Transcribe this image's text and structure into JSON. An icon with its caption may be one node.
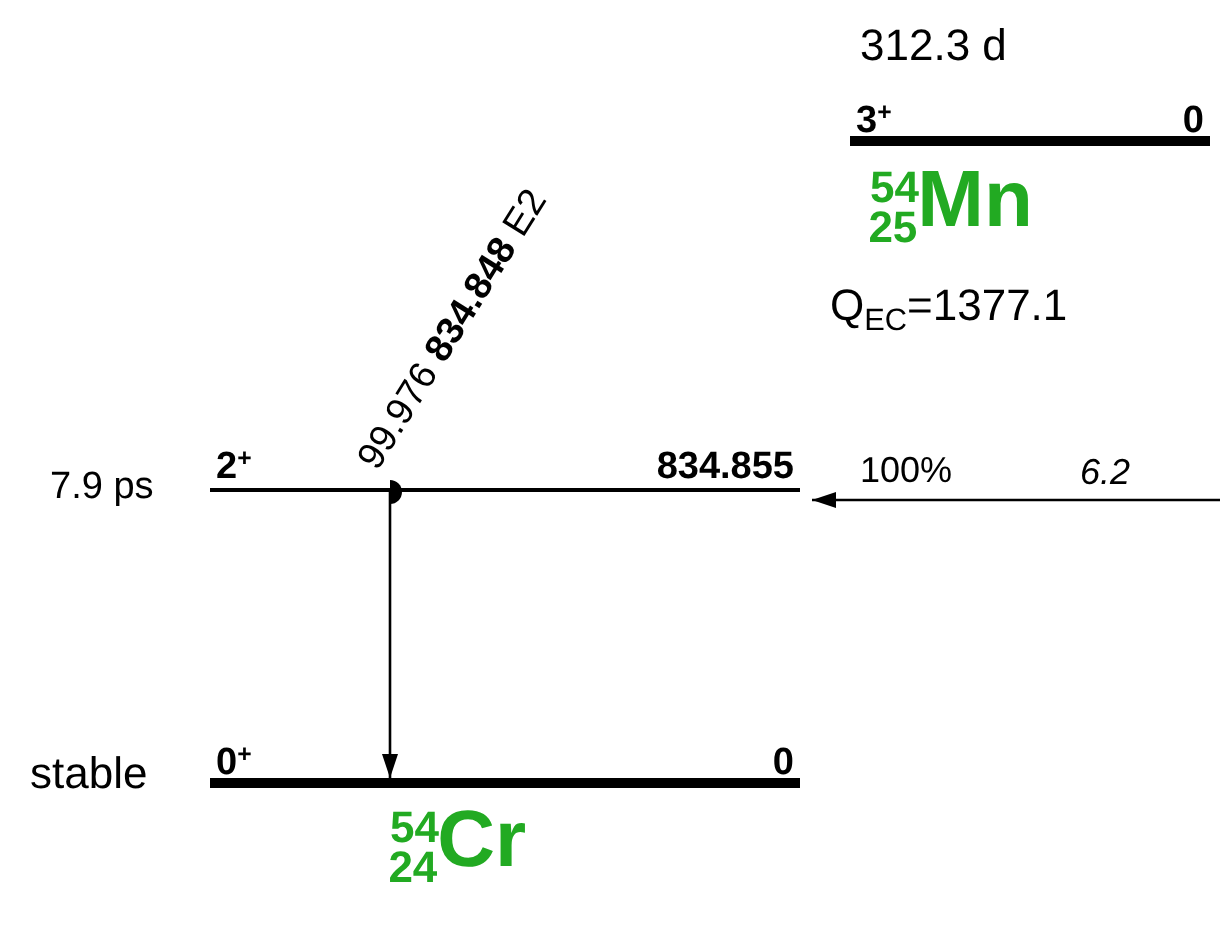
{
  "diagram": {
    "nodes": [
      {
        "text": [
          "3$^{+}$",
          "0"
        ],
        "beside": [
          "312.3 d"
        ]
      },
      {
        "text": [
          "2$^{+}$",
          "834.855"
        ],
        "beside": [
          "7.9 ps"
        ]
      },
      {
        "text": [
          "0$^{+}$",
          "0"
        ],
        "beside": [
          "stable"
        ]
      }
    ],
    "edges": [
      {
        "from": null,
        "to": 1,
        "arrow": "to",
        "label": "100%"
      },
      {
        "from": 1,
        "to": 2,
        "arrow": "to",
        "label": "99.976 **834.848** E2"
      }
    ],
    "labels": [
      "$^{54}$$_{25}$Mn",
      "Q$_{EC}$=1377.1",
      "6.2",
      "$^{54}$$_{24}$Cr"
    ]
  }
}
